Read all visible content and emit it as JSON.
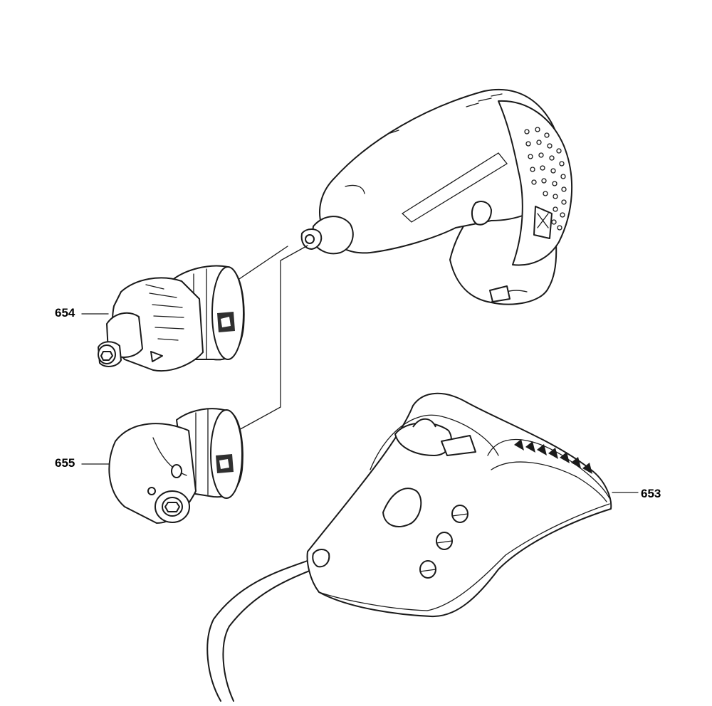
{
  "callouts": {
    "charger": "653",
    "screwdriver_chuck": "654",
    "right_angle_attachment": "655"
  },
  "colors": {
    "line": "#1a1a1a",
    "background": "#ffffff"
  }
}
